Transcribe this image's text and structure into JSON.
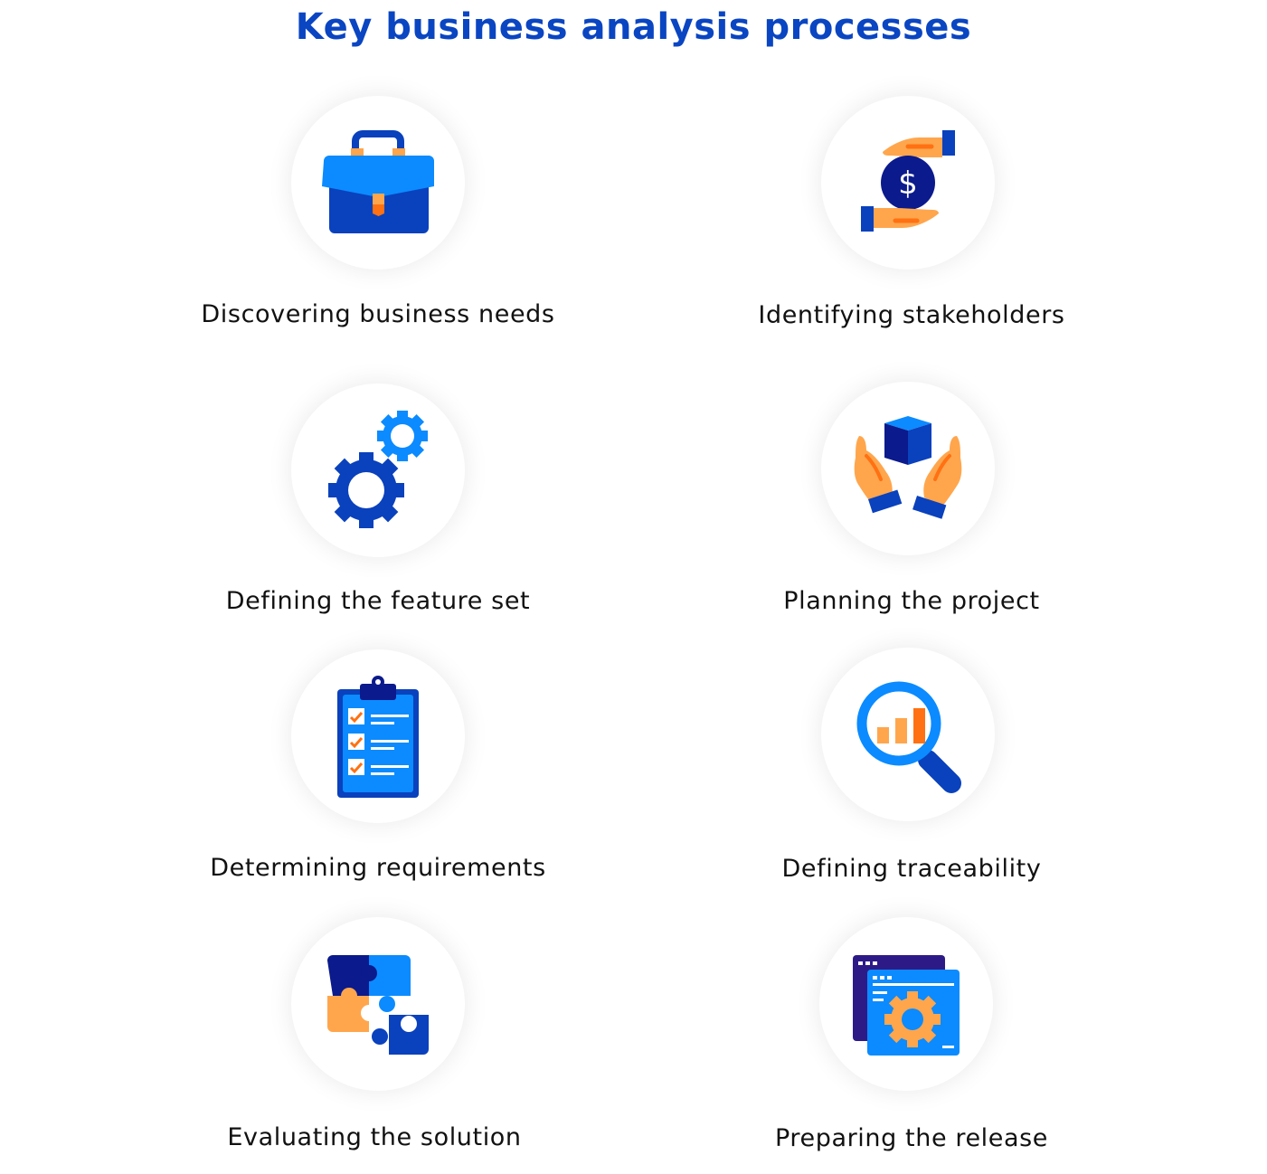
{
  "title": "Key business analysis processes",
  "colors": {
    "title": "#0a45c2",
    "dark_blue": "#0a41bd",
    "navy": "#0b1a8c",
    "light_blue": "#0b8bff",
    "orange_light": "#ffa64d",
    "orange": "#ff7112",
    "purple": "#2e1a87"
  },
  "processes": [
    {
      "label": "Discovering business needs",
      "icon": "briefcase-icon"
    },
    {
      "label": "Identifying stakeholders",
      "icon": "hands-dollar-icon"
    },
    {
      "label": "Defining the feature set",
      "icon": "gears-icon"
    },
    {
      "label": "Planning the project",
      "icon": "hands-cube-icon"
    },
    {
      "label": "Determining requirements",
      "icon": "clipboard-checklist-icon"
    },
    {
      "label": "Defining traceability",
      "icon": "magnifier-chart-icon"
    },
    {
      "label": "Evaluating the solution",
      "icon": "puzzle-icon"
    },
    {
      "label": "Preparing the release",
      "icon": "window-gear-icon"
    }
  ]
}
